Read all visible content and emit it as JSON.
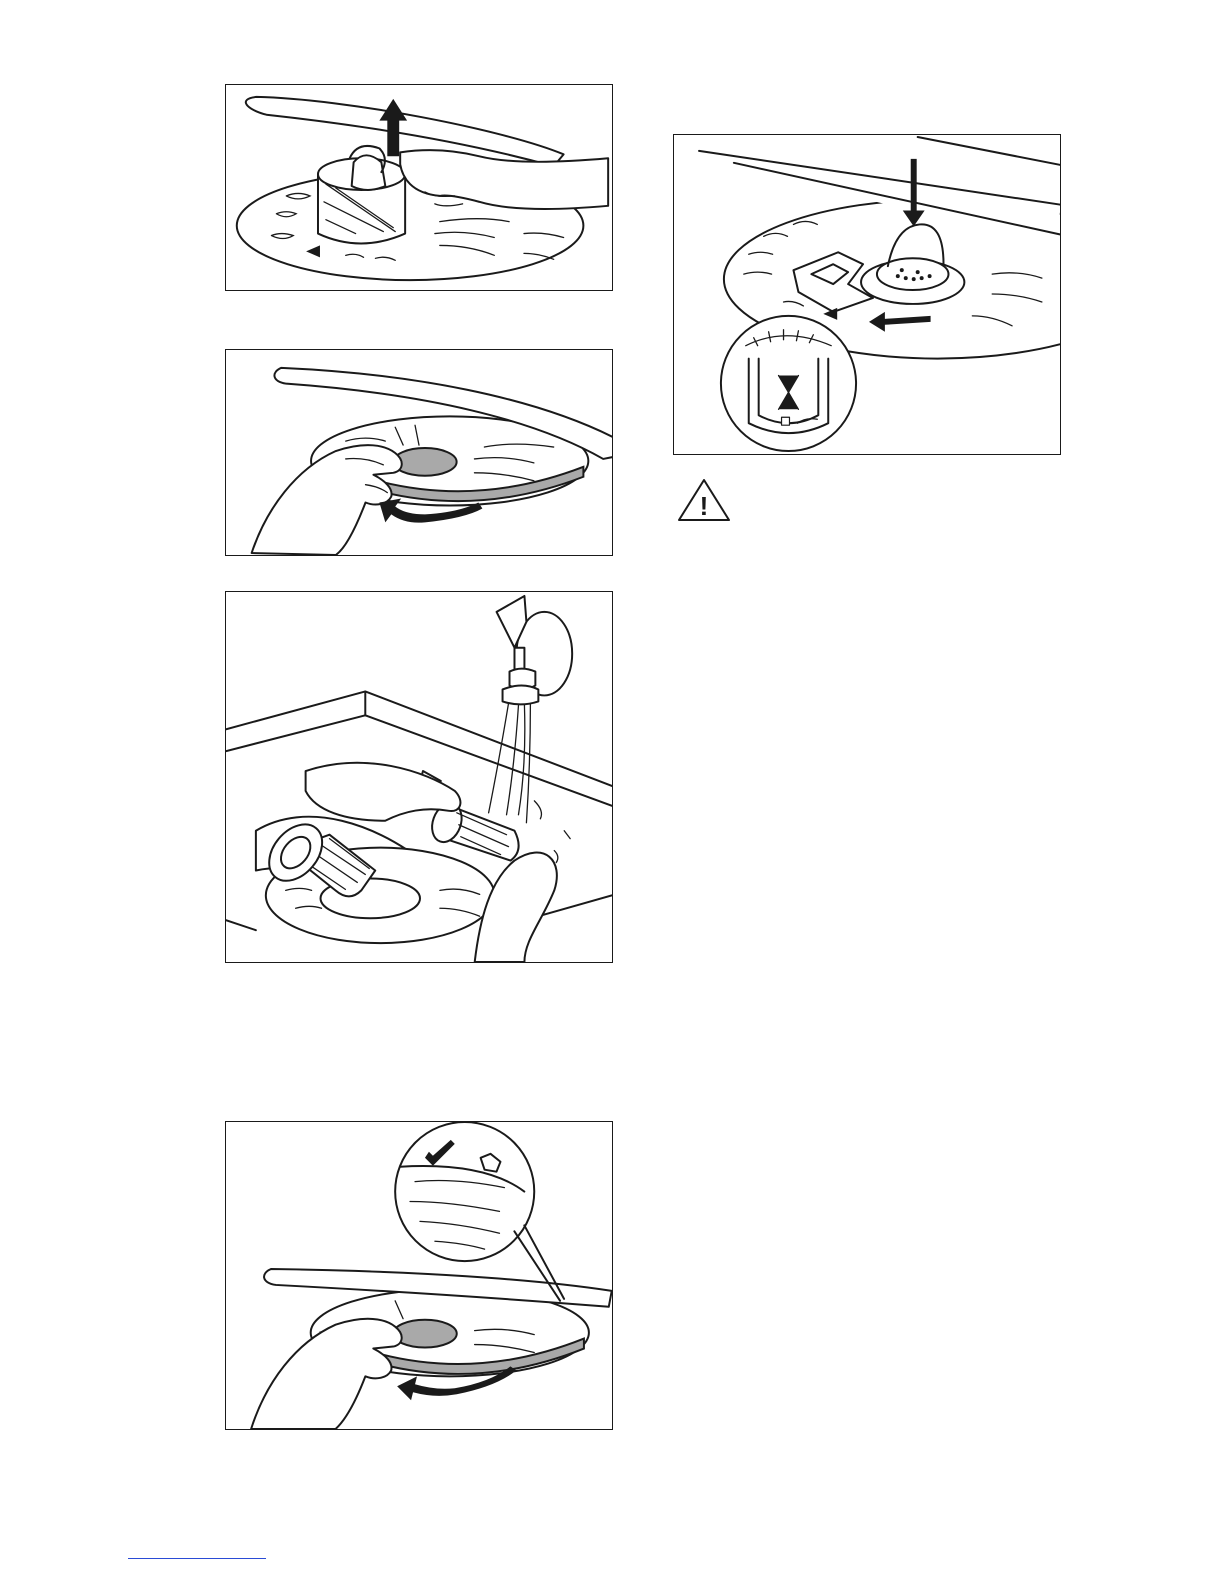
{
  "figures": [
    {
      "id": "fig1",
      "icon": "filter-lift-out-illustration"
    },
    {
      "id": "fig2",
      "icon": "flat-filter-remove-illustration"
    },
    {
      "id": "fig3",
      "icon": "filter-rinse-under-tap-illustration"
    },
    {
      "id": "fig4",
      "icon": "flat-filter-refit-illustration"
    },
    {
      "id": "fig5",
      "icon": "filter-insert-lock-illustration"
    }
  ],
  "warning": {
    "icon": "warning-triangle-icon",
    "symbol": "!"
  },
  "footer": {
    "rule_color": "#2a4bd6"
  }
}
